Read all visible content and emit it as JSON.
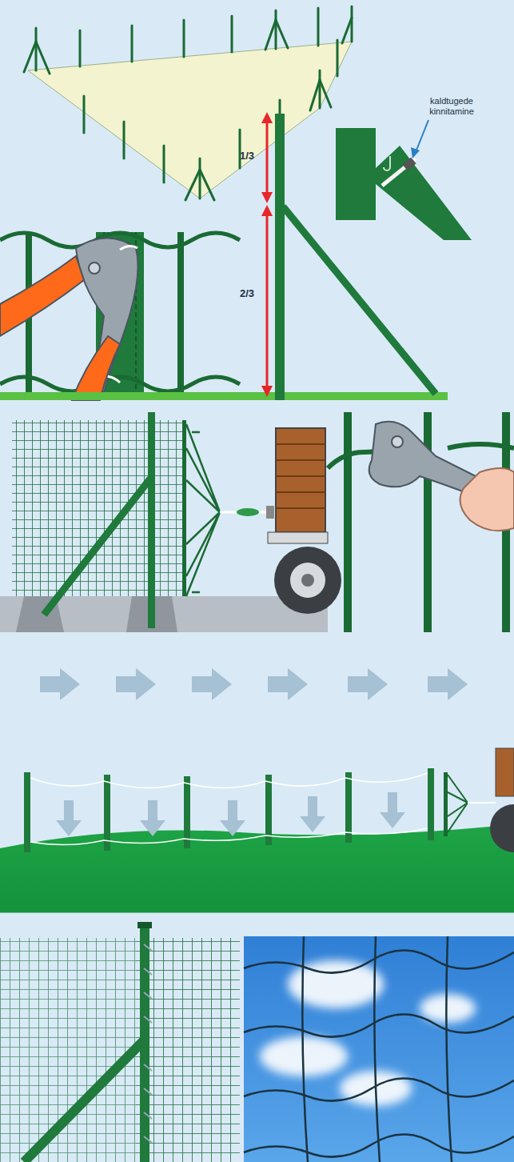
{
  "diagram": {
    "labels": [
      "kaldtugede kinnitamine",
      "1/3",
      "2/3"
    ]
  }
}
